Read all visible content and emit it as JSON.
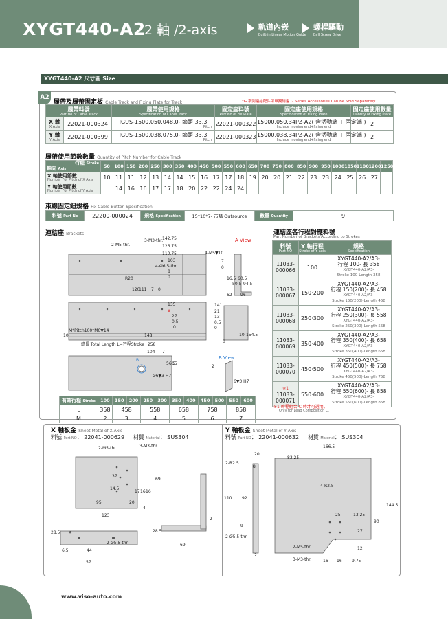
{
  "header": {
    "model": "XYGT440-A2",
    "axes": "2 軸 /2-axis",
    "tag1_cn": "軌道內嵌",
    "tag1_en": "Built-in Linear Motion Guide",
    "tag2_cn": "螺桿驅動",
    "tag2_en": "Ball Screw Drive",
    "color": "#6f8c78"
  },
  "section": {
    "title": "XYGT440-A2 尺寸圖 Size",
    "badge": "A2"
  },
  "track": {
    "title_cn": "履帶及履帶固定板",
    "title_en": "Cable Track and Fixing Plate for Track",
    "note": "*G 系列連結配件可單獨銷售 G Series Accessories Can Be Sold Separately.",
    "headers": [
      {
        "cn": "履帶料號",
        "en": "Part No.of Cable Track"
      },
      {
        "cn": "履帶使用規格",
        "en": "Specification of Cable Track"
      },
      {
        "cn": "固定座料號",
        "en": "Part No.of Fix Plate"
      },
      {
        "cn": "固定座使用規格",
        "en": "Specification of Fixing Plate"
      },
      {
        "cn": "固定座使用數量",
        "en": "Uantity of Fixing Plate"
      }
    ],
    "rows": [
      {
        "axis": "X 軸",
        "axis_en": "X Axis",
        "part": "22021-000324",
        "spec": "IGUS-1500.050.048.0- 節距 33.3",
        "spec_sub": "Pitch",
        "fix_part": "22021-000322",
        "fix_spec": "15000.050.34PZ-A2( 含活動端 + 固定端 )",
        "fix_sub": "Include moving end+fixing end",
        "qty": "2"
      },
      {
        "axis": "Y 軸",
        "axis_en": "Y Axis",
        "part": "22021-000399",
        "spec": "IGUS-1500.038.075.0- 節距 33.3",
        "spec_sub": "Pitch",
        "fix_part": "22021-000323",
        "fix_spec": "15000.038.34PZ-A2( 含活動端 + 固定端 )",
        "fix_sub": "Include moving end+fixing end",
        "qty": "2"
      }
    ]
  },
  "pitch": {
    "title_cn": "履帶使用節數數量",
    "title_en": "Quantity of Pitch Number for Cable Track",
    "head_cn": "行程",
    "head_en": "Stroke",
    "axis_cn": "軸向",
    "axis_en": "Axis",
    "strokes": [
      "50",
      "100",
      "150",
      "200",
      "250",
      "300",
      "350",
      "400",
      "450",
      "500",
      "550",
      "600",
      "650",
      "700",
      "750",
      "800",
      "850",
      "900",
      "950",
      "1000",
      "1050",
      "1100",
      "1200",
      "1250"
    ],
    "x_label": "X 軸使用節數",
    "x_label_en": "Number For Pitch of X Axis",
    "x": [
      "10",
      "11",
      "11",
      "12",
      "13",
      "14",
      "14",
      "15",
      "16",
      "17",
      "17",
      "18",
      "19",
      "20",
      "20",
      "21",
      "22",
      "23",
      "23",
      "24",
      "25",
      "26",
      "27"
    ],
    "y_label": "Y 軸使用節數",
    "y_label_en": "Number For Pitch of Y Axis",
    "y": [
      "",
      "14",
      "16",
      "16",
      "17",
      "17",
      "18",
      "20",
      "22",
      "22",
      "24",
      "24"
    ]
  },
  "button": {
    "title_cn": "束線固定鈕規格",
    "title_en": "Fix Cable Button Specification",
    "part_label": "料號",
    "part_label_en": "Part No",
    "part": "22200-000024",
    "spec_label": "規格",
    "spec_label_en": "Specification",
    "spec": "15*10*7- 市購 Outsource",
    "qty_label": "數量",
    "qty_label_en": "Quantity",
    "qty": "9"
  },
  "brackets": {
    "title_cn": "連結座",
    "title_en": "Brackets",
    "dims_top": [
      "142.75",
      "126.75",
      "110.75",
      "103",
      "4-Ø6.5-thr.",
      "8",
      "0",
      "2-M5-thr.",
      "3-M3-thr.",
      "R20",
      "120",
      "111",
      "7",
      "0"
    ],
    "view_a": "A View",
    "dims_a": [
      "4-M5▼10",
      "7",
      "0",
      "16.5",
      "50.5",
      "60.5",
      "94.5",
      "62",
      "96"
    ],
    "dims_mid": [
      "135",
      "A",
      "27",
      "0.5",
      "0",
      "141",
      "21",
      "13",
      "0.5",
      "0",
      "10",
      "154.5",
      "148",
      "M*Pitch100*M6▼14",
      "10",
      "總長 Total Length L=行程Stroke+258",
      "0"
    ],
    "view_b": "B View",
    "dims_b": [
      "104",
      "7",
      "B",
      "56.5",
      "65",
      "Ø6▼3 H7",
      "2",
      "6▼3 H7"
    ],
    "stroke_label": "有效行程",
    "stroke_label_en": "Stroke",
    "strokes": [
      "100",
      "150",
      "200",
      "250",
      "300",
      "350",
      "400",
      "450",
      "500",
      "550",
      "600"
    ],
    "L_label": "L",
    "L": [
      "358",
      "458",
      "558",
      "658",
      "758",
      "858"
    ],
    "M_label": "M",
    "M": [
      "2",
      "3",
      "4",
      "5",
      "6",
      "7"
    ]
  },
  "stroke_table": {
    "title_cn": "連結座各行程對應料號",
    "title_en": "Part Number of Brackets According to Strokes",
    "headers": [
      {
        "cn": "料號",
        "en": "Part NO"
      },
      {
        "cn": "Y 軸行程",
        "en": "Stroke of Y axis"
      },
      {
        "cn": "規格",
        "en": "Specification"
      }
    ],
    "rows": [
      {
        "part": "11033-000066",
        "stroke": "100",
        "spec1": "XYGT440-A2/A3-",
        "spec2": "行程 100- 長 358",
        "spec3": "XYGT440-A2/A3-",
        "spec4": "Stroke 100-Length 358"
      },
      {
        "part": "11033-000067",
        "stroke": "150·200",
        "spec1": "XYGT440-A2/A3-",
        "spec2": "行程 150(200)- 長 458",
        "spec3": "XYGT440-A2/A3-",
        "spec4": "Stroke 150(200)-Length 458"
      },
      {
        "part": "11033-000068",
        "stroke": "250·300",
        "spec1": "XYGT440-A2/A3-",
        "spec2": "行程 250(300)- 長 558",
        "spec3": "XYGT440-A2/A3-",
        "spec4": "Stroke 250(300)-Length 558"
      },
      {
        "part": "11033-000069",
        "stroke": "350·400",
        "spec1": "XYGT440-A2/A3-",
        "spec2": "行程 350(400)- 長 658",
        "spec3": "XYGT440-A2/A3-",
        "spec4": "Stroke 350(400)-Length 658"
      },
      {
        "part": "11033-000070",
        "stroke": "450·500",
        "spec1": "XYGT440-A2/A3-",
        "spec2": "行程 450(500)- 長 758",
        "spec3": "XYGT440-A2/A3-",
        "spec4": "Stroke 450(500)-Length 758"
      },
      {
        "mark": "※1",
        "part": "11033-000071",
        "stroke": "550·600",
        "spec1": "XYGT440-A2/A3-",
        "spec2": "行程 550(600)- 長 858",
        "spec3": "XYGT440-A2/A3-",
        "spec4": "Stroke 550(600)-Length 858"
      }
    ],
    "note_cn": "※1 轉程組合 C 時才可選用。",
    "note_en": "Only for Lead Composition C."
  },
  "xplate": {
    "title_cn": "X 軸板金",
    "title_en": "Sheet Metal of X Axis",
    "part_label": "料號",
    "part_label_en": "Part NO",
    "part": "22041-000629",
    "mat_label": "材質",
    "mat_label_en": "Material",
    "mat": "SUS304",
    "dims": [
      "2-M5-thr.",
      "3-M3-thr.",
      "37",
      "14.5",
      "17",
      "16",
      "16",
      "69",
      "95",
      "20",
      "4",
      "123",
      "28.5",
      "6",
      "2-Ø5.5-thr.",
      "6.5",
      "44",
      "57",
      "28.5",
      "69",
      "2"
    ]
  },
  "yplate": {
    "title_cn": "Y 軸板金",
    "title_en": "Sheet Metal of Y Axis",
    "part_label": "料號",
    "part_label_en": "Part NO",
    "part": "22041-000632",
    "mat_label": "材質",
    "mat_label_en": "Material",
    "mat": "SUS304",
    "dims": [
      "166.5",
      "20",
      "83.25",
      "2-R2.5",
      "8",
      "4-R2.5",
      "110",
      "92",
      "9",
      "2-Ø5.5-thr.",
      "25",
      "13.25",
      "144.5",
      "90",
      "27",
      "12",
      "2",
      "2-M5-thr.",
      "3-M3-thr.",
      "16",
      "16",
      "9.75"
    ]
  },
  "footer": {
    "url": "www.viso-auto.com"
  }
}
